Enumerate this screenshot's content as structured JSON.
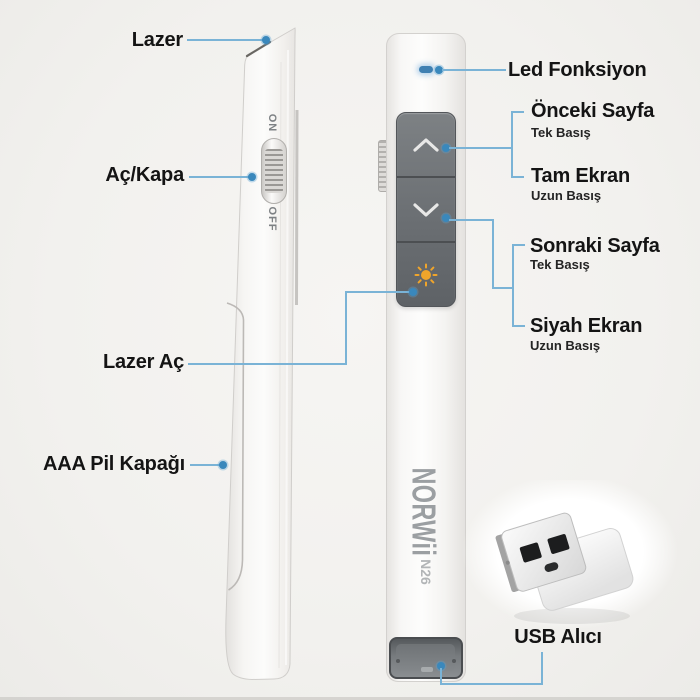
{
  "device": {
    "brand": "NORWii",
    "model": "N26",
    "switch_on": "ON",
    "switch_off": "OFF"
  },
  "callouts": {
    "lazer": {
      "label": "Lazer"
    },
    "ac_kapa": {
      "label": "Aç/Kapa"
    },
    "lazer_ac": {
      "label": "Lazer Aç"
    },
    "aaa_pil": {
      "label": "AAA Pil Kapağı"
    },
    "led_fonksiyon": {
      "label": "Led Fonksiyon"
    },
    "onceki_sayfa": {
      "label": "Önceki Sayfa",
      "sub": "Tek Basış"
    },
    "tam_ekran": {
      "label": "Tam Ekran",
      "sub": "Uzun Basış"
    },
    "sonraki_sayfa": {
      "label": "Sonraki Sayfa",
      "sub": "Tek Basış"
    },
    "siyah_ekran": {
      "label": "Siyah Ekran",
      "sub": "Uzun Basış"
    },
    "usb_alici": {
      "label": "USB Alıcı"
    }
  },
  "icons": {
    "up_button": "chevron-up-icon",
    "down_button": "chevron-down-icon",
    "laser_button": "sun-icon",
    "led": "led-indicator"
  },
  "colors": {
    "connector_line": "#7ab3d6",
    "connector_dot": "#3a88bc",
    "button_panel": "#6b6f73",
    "sun_icon": "#f0a52b",
    "led": "#3f80b2"
  }
}
